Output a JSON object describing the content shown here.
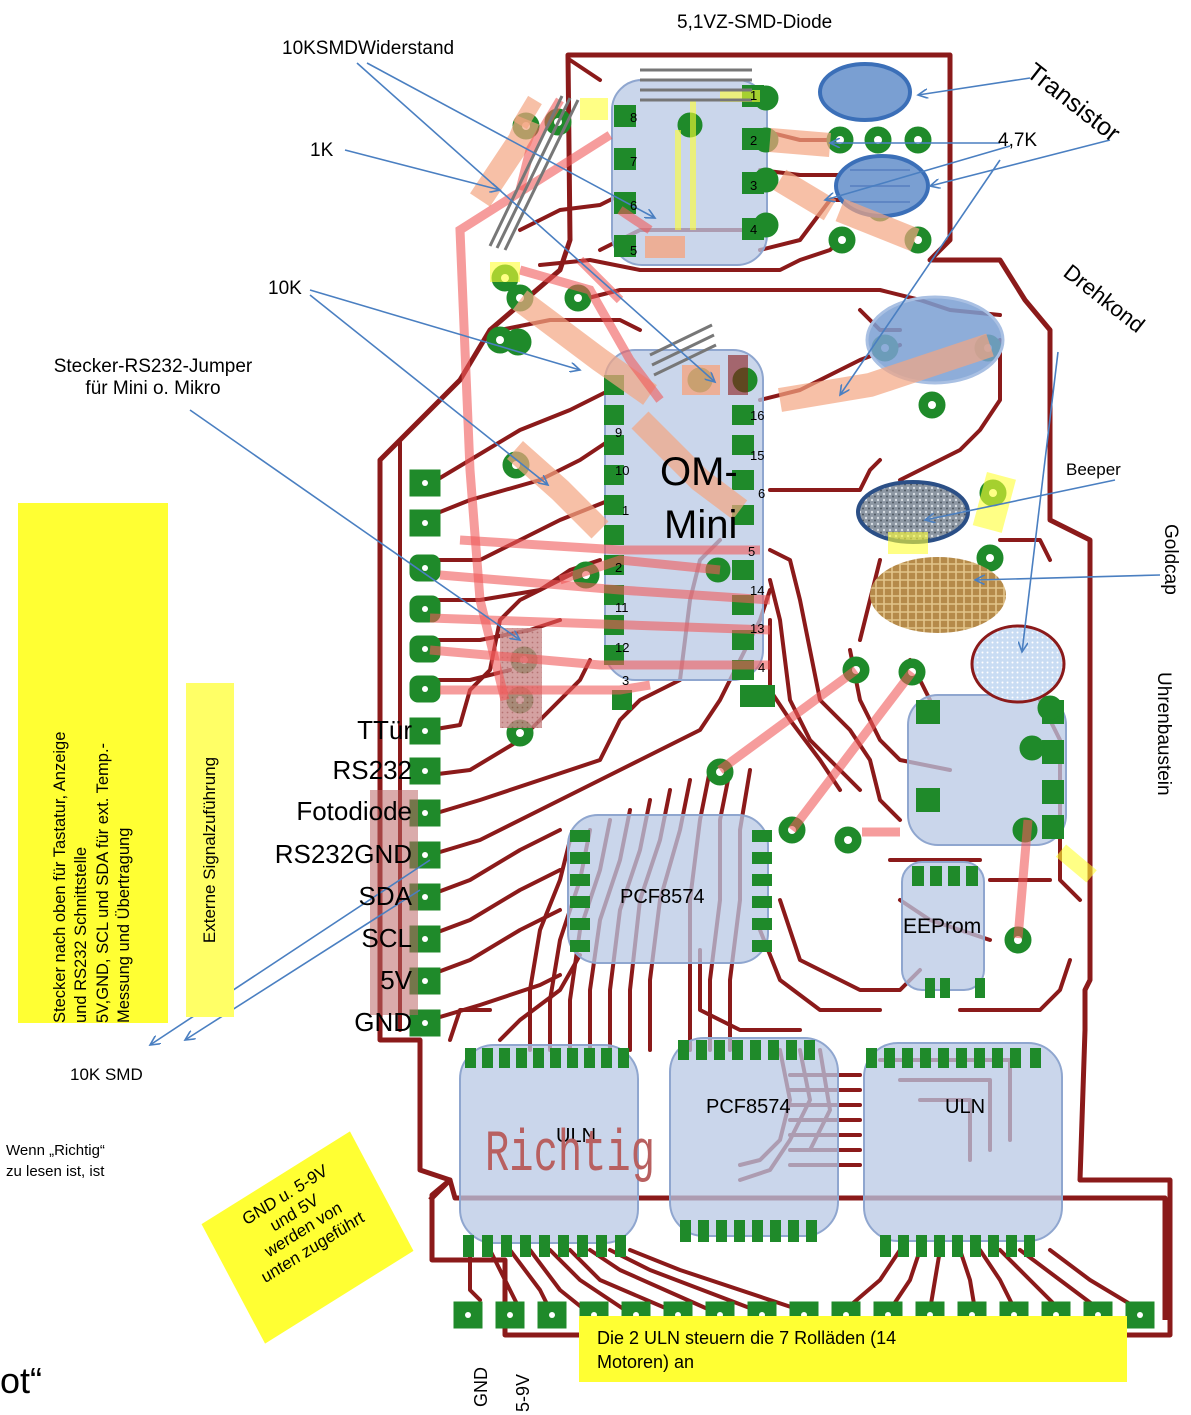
{
  "labels": {
    "diode": "5,1VZ-SMD-Diode",
    "resistor_smd": "10KSMDWiderstand",
    "transistor": "Transistor",
    "r1k": "1K",
    "r47k": "4,7K",
    "r10k": "10K",
    "jumper_line1": "Stecker-RS232-Jumper",
    "jumper_line2": "für Mini o. Mikro",
    "drehkond": "Drehkond",
    "beeper": "Beeper",
    "goldcap": "Goldcap",
    "uhrenbaustein": "Uhrenbaustein",
    "om_mini_1": "OM-",
    "om_mini_2": "Mini",
    "pcf_upper": "PCF8574",
    "eeprom": "EEProm",
    "uln_left": "ULN",
    "pcf_lower": "PCF8574",
    "uln_right": "ULN",
    "richtig": "Richtig",
    "smd10k": "10K SMD",
    "richtig_note_1": "Wenn „Richtig“",
    "richtig_note_2": "zu lesen ist, ist",
    "cut_text": "ot“",
    "gnd_bottom": "GND",
    "v59_bottom": "5-9V"
  },
  "connector_labels": [
    "TTür",
    "RS232",
    "Fotodiode",
    "RS232GND",
    "SDA",
    "SCL",
    "5V",
    "GND"
  ],
  "pin_numbers": {
    "dip8_left": [
      "8",
      "7",
      "6",
      "5"
    ],
    "dip8_right": [
      "1",
      "2",
      "3",
      "4"
    ],
    "om_left": [
      "9",
      "10",
      "1",
      "2",
      "11",
      "12",
      "3"
    ],
    "om_right": [
      "16",
      "15",
      "6",
      "5",
      "14",
      "13",
      "4"
    ]
  },
  "notes": {
    "stecker": [
      "Stecker nach oben für Tastatur, Anzeige",
      "und RS232 Schnittstelle",
      "5V,GND, SCL und SDA für ext. Temp.-",
      "Messung und Übertragung"
    ],
    "extern": "Externe Signalzuführung",
    "gnd_supply": [
      "GND u. 5-9V",
      "und 5V",
      "werden von",
      "unten zugeführt"
    ],
    "uln_note": [
      "Die 2 ULN steuern die 7 Rolläden (14",
      "Motoren) an"
    ]
  },
  "colors": {
    "trace": "#8b1a1a",
    "pad": "#1f8a2a",
    "chip": "#b8c8e4",
    "highlight_yellow": "#ffff33",
    "jumper_red": "#f05a5a",
    "resistor_orange": "#f4a582",
    "arrow": "#4a7fc1"
  }
}
